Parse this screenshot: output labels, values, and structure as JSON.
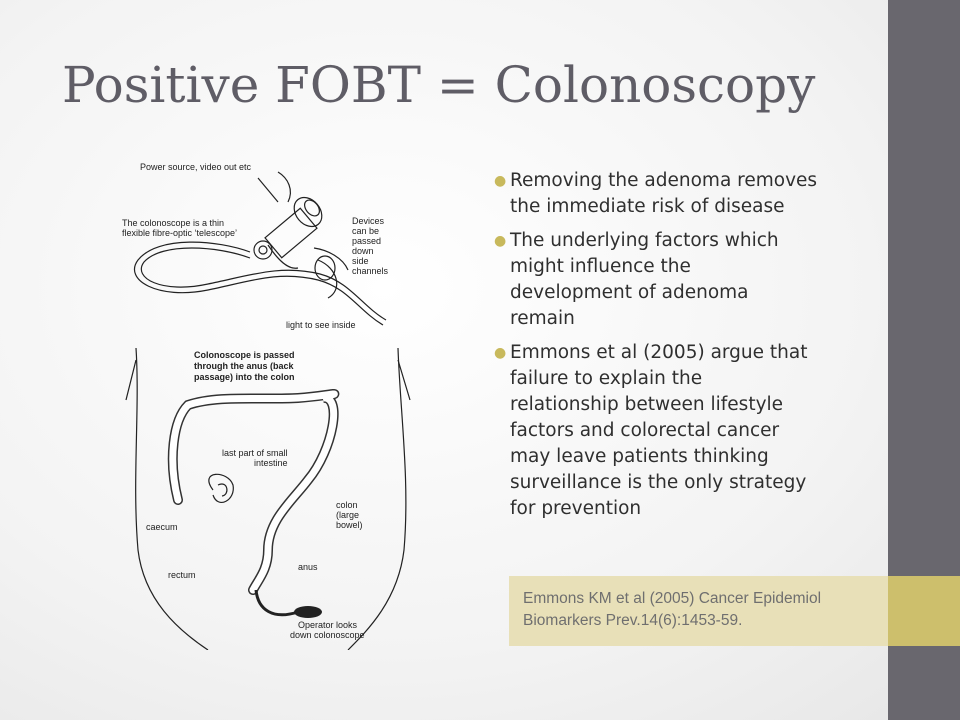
{
  "slide": {
    "title": "Positive FOBT = Colonoscopy",
    "bullets": [
      [
        "Removing the adenoma removes",
        "the immediate risk of disease"
      ],
      [
        "The underlying factors which",
        "might influence the",
        "development of adenoma",
        "remain"
      ],
      [
        "Emmons et al (2005) argue that",
        "failure to explain the",
        "relationship between lifestyle",
        "factors and colorectal cancer",
        "may leave patients thinking",
        "surveillance is the only strategy",
        "for prevention"
      ]
    ],
    "citation": [
      "Emmons KM et al (2005) Cancer Epidemiol",
      "Biomarkers Prev.14(6):1453-59."
    ]
  },
  "figure": {
    "power": "Power source, video out etc",
    "scope1": "The colonoscope is a thin",
    "scope2": "flexible fibre-optic ‘telescope’",
    "dev1": "Devices",
    "dev2": "can be",
    "dev3": "passed",
    "dev4": "down",
    "dev5": "side",
    "dev6": "channels",
    "light": "light to see inside",
    "passed1": "Colonoscope is passed",
    "passed2": "through the anus (back",
    "passed3": "passage) into the colon",
    "small1": "last part of small",
    "small2": "intestine",
    "colon1": "colon",
    "colon2": "(large",
    "colon3": "bowel)",
    "caecum": "caecum",
    "anus": "anus",
    "rectum": "rectum",
    "op1": "Operator looks",
    "op2": "down colonoscope"
  }
}
